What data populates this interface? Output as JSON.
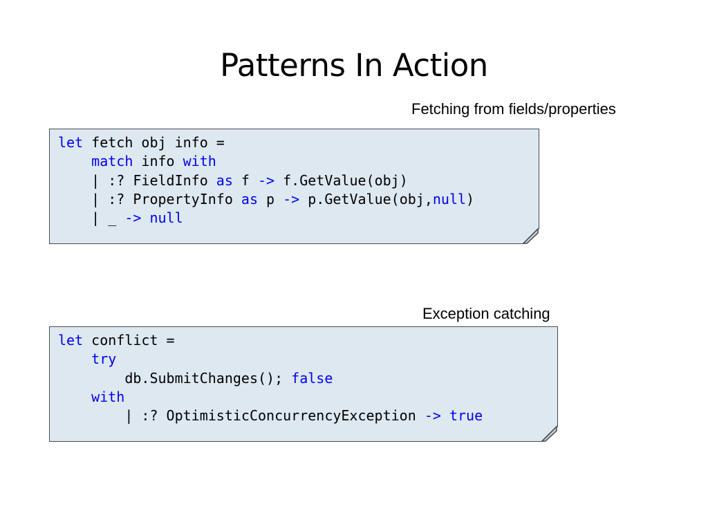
{
  "slide": {
    "title": "Patterns In Action"
  },
  "blocks": [
    {
      "caption": "Fetching from fields/properties",
      "lines": [
        [
          {
            "t": "let",
            "k": true
          },
          {
            "t": " fetch obj info ="
          }
        ],
        [
          {
            "t": "    "
          },
          {
            "t": "match",
            "k": true
          },
          {
            "t": " info "
          },
          {
            "t": "with",
            "k": true
          }
        ],
        [
          {
            "t": "    | :? FieldInfo "
          },
          {
            "t": "as",
            "k": true
          },
          {
            "t": " f "
          },
          {
            "t": "->",
            "k": true
          },
          {
            "t": " f.GetValue(obj)"
          }
        ],
        [
          {
            "t": "    | :? PropertyInfo "
          },
          {
            "t": "as",
            "k": true
          },
          {
            "t": " p "
          },
          {
            "t": "->",
            "k": true
          },
          {
            "t": " p.GetValue(obj,"
          },
          {
            "t": "null",
            "k": true
          },
          {
            "t": ")"
          }
        ],
        [
          {
            "t": "    | _ "
          },
          {
            "t": "->",
            "k": true
          },
          {
            "t": " "
          },
          {
            "t": "null",
            "k": true
          }
        ]
      ]
    },
    {
      "caption": "Exception catching",
      "lines": [
        [
          {
            "t": "let",
            "k": true
          },
          {
            "t": " conflict ="
          }
        ],
        [
          {
            "t": "    "
          },
          {
            "t": "try",
            "k": true
          }
        ],
        [
          {
            "t": "        db.SubmitChanges(); "
          },
          {
            "t": "false",
            "k": true
          }
        ],
        [
          {
            "t": "    "
          },
          {
            "t": "with",
            "k": true
          }
        ],
        [
          {
            "t": "        | :? OptimisticConcurrencyException "
          },
          {
            "t": "->",
            "k": true
          },
          {
            "t": " "
          },
          {
            "t": "true",
            "k": true
          }
        ]
      ]
    }
  ],
  "colors": {
    "keyword": "#0000ee",
    "note_background": "#dde8f1"
  }
}
